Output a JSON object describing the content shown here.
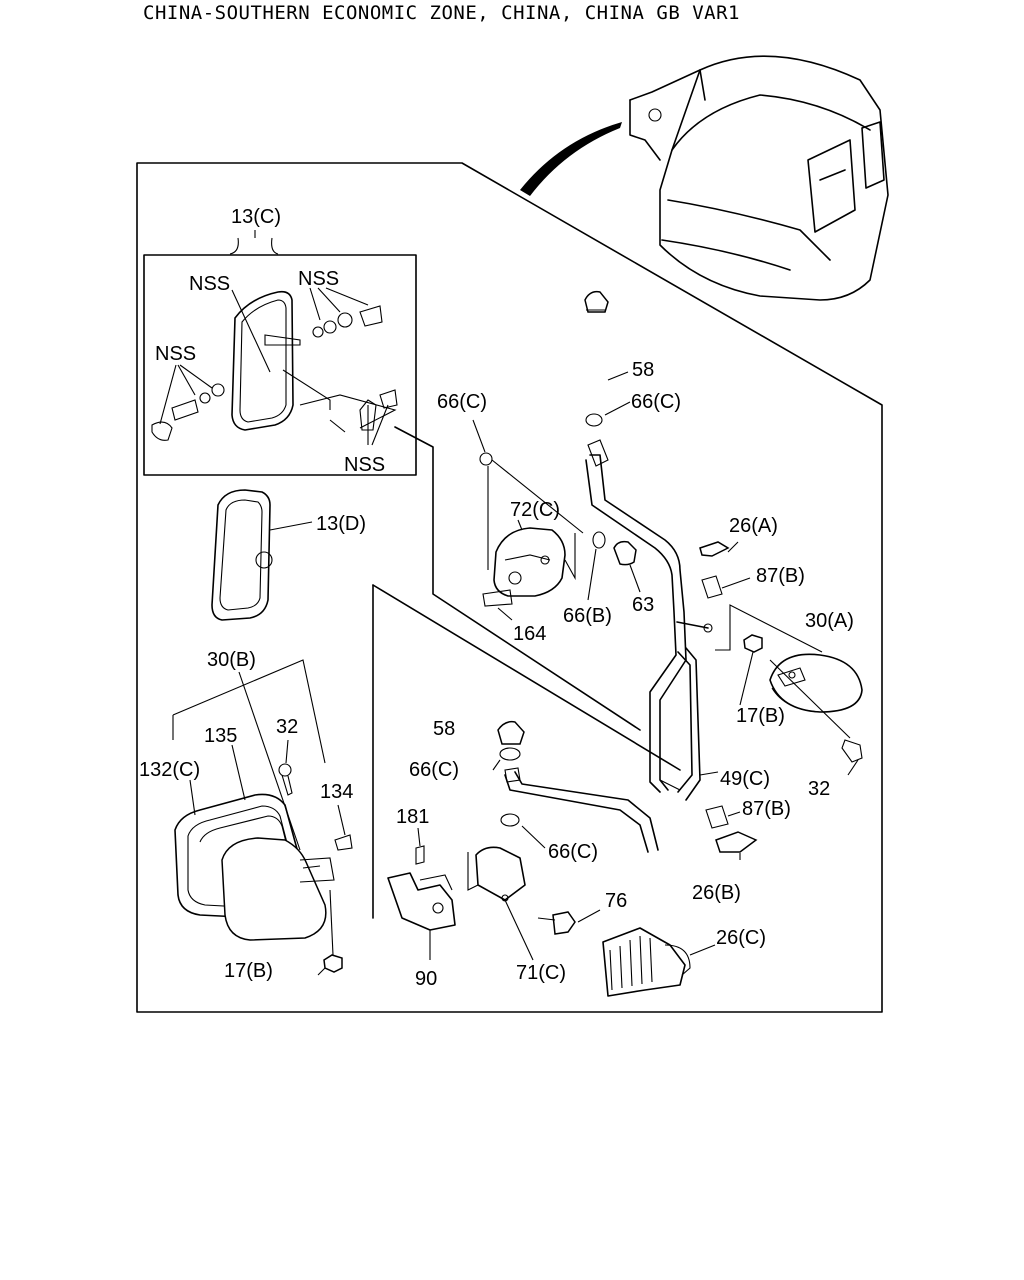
{
  "header": {
    "title": "CHINA-SOUTHERN ECONOMIC ZONE, CHINA, CHINA GB VAR1"
  },
  "callouts": {
    "c13C": "13(C)",
    "nss1": "NSS",
    "nss2": "NSS",
    "nss3": "NSS",
    "nss4": "NSS",
    "c13D": "13(D)",
    "c30B": "30(B)",
    "c135": "135",
    "c32a": "32",
    "c132C": "132(C)",
    "c134": "134",
    "c17Ba": "17(B)",
    "c58a": "58",
    "c66Ca": "66(C)",
    "c66Cb": "66(C)",
    "c72C": "72(C)",
    "c66B": "66(B)",
    "c63": "63",
    "c164": "164",
    "c26A": "26(A)",
    "c87Ba": "87(B)",
    "c30A": "30(A)",
    "c17Bb": "17(B)",
    "c32b": "32",
    "c58b": "58",
    "c66Cc": "66(C)",
    "c49C": "49(C)",
    "c87Bb": "87(B)",
    "c181": "181",
    "c66Cd": "66(C)",
    "c26B": "26(B)",
    "c76": "76",
    "c26C": "26(C)",
    "c90": "90",
    "c71C": "71(C)"
  }
}
